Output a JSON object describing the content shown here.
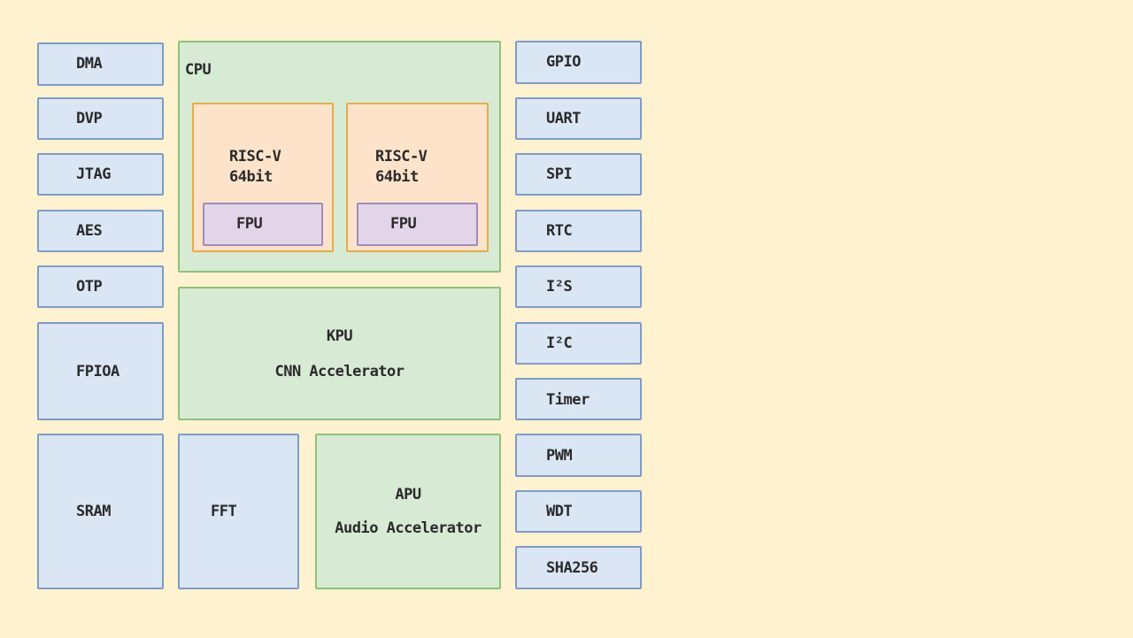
{
  "diagram": {
    "title": "SoC block diagram",
    "colors": {
      "background": "#fff2d0",
      "peripheral_fill": "#dae6f4",
      "peripheral_border": "#7f9cc6",
      "accelerator_fill": "#d7ead4",
      "accelerator_border": "#8ec27a",
      "core_fill": "#fde3ca",
      "core_border": "#e6ac4e",
      "fpu_fill": "#e2d5ea",
      "fpu_border": "#a48ab9"
    },
    "left_column": [
      {
        "label": "DMA"
      },
      {
        "label": "DVP"
      },
      {
        "label": "JTAG"
      },
      {
        "label": "AES"
      },
      {
        "label": "OTP"
      },
      {
        "label": "FPIOA"
      },
      {
        "label": "SRAM"
      }
    ],
    "cpu": {
      "label": "CPU",
      "cores": [
        {
          "line1": "RISC-V",
          "line2": "64bit",
          "fpu": "FPU"
        },
        {
          "line1": "RISC-V",
          "line2": "64bit",
          "fpu": "FPU"
        }
      ]
    },
    "kpu": {
      "line1": "KPU",
      "line2": "CNN Accelerator"
    },
    "fft": {
      "label": "FFT"
    },
    "apu": {
      "line1": "APU",
      "line2": "Audio Accelerator"
    },
    "right_column": [
      {
        "label": "GPIO"
      },
      {
        "label": "UART"
      },
      {
        "label": "SPI"
      },
      {
        "label": "RTC"
      },
      {
        "label": "I²S"
      },
      {
        "label": "I²C"
      },
      {
        "label": "Timer"
      },
      {
        "label": "PWM"
      },
      {
        "label": "WDT"
      },
      {
        "label": "SHA256"
      }
    ]
  }
}
